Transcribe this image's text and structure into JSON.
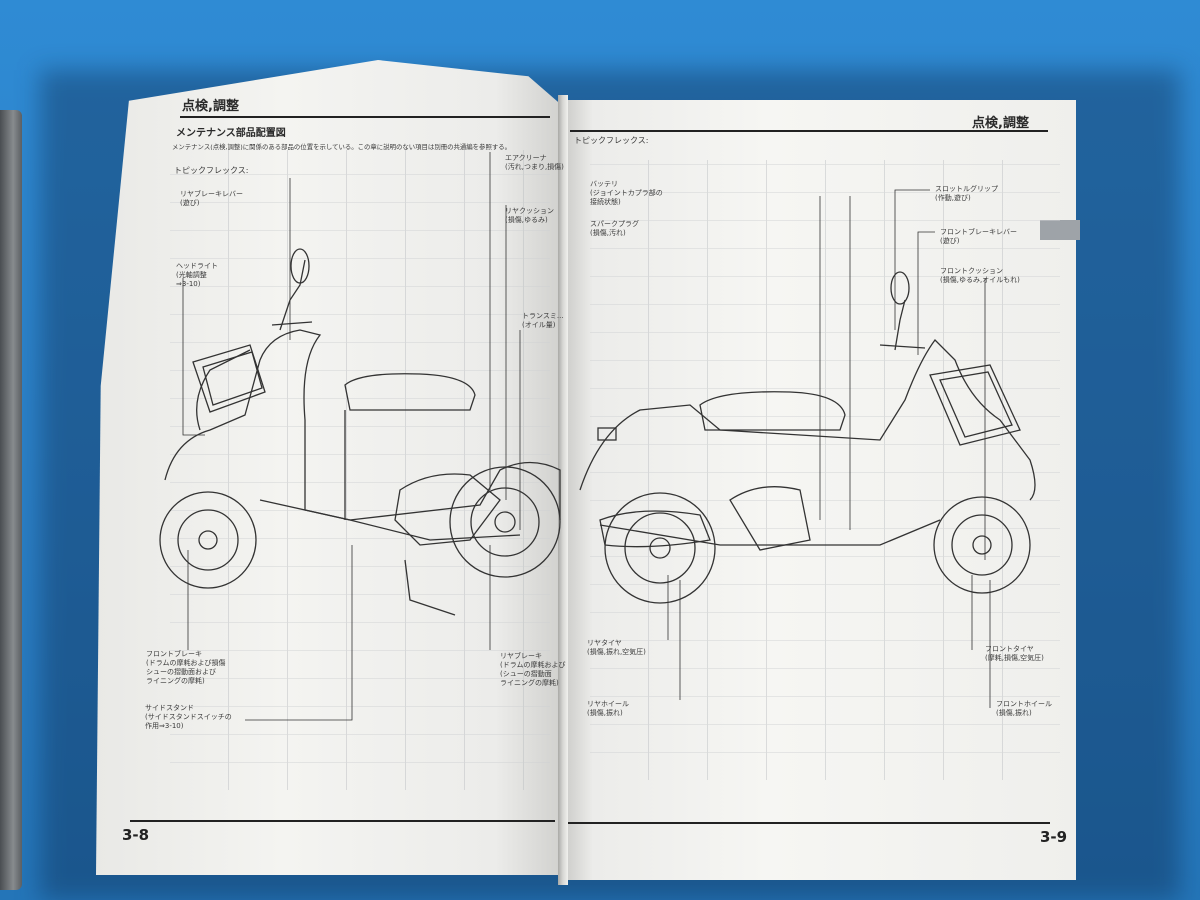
{
  "left_page": {
    "header": "点検,調整",
    "section_title": "メンテナンス部品配置図",
    "intro": "メンテナンス(点検,調整)に関係のある部品の位置を示している。この章に説明のない項目は別冊の共通編を参照する。",
    "model": "トピックフレックス:",
    "labels": {
      "rear_brake_lever": "リヤブレーキレバー\n(遊び)",
      "headlight": "ヘッドライト\n(光軸調整\n⇒3-10)",
      "air_cleaner": "エアクリーナ\n(汚れ,つまり,損傷)",
      "rear_cushion": "リヤクッション\n(損傷,ゆるみ)",
      "transmission": "トランスミ...\n(オイル量)",
      "front_brake": "フロントブレーキ\n(ドラムの摩耗および損傷\nシューの摺動面および\nライニングの摩耗)",
      "side_stand": "サイドスタンド\n(サイドスタンドスイッチの\n作用⇒3-10)",
      "rear_brake": "リヤブレーキ\n(ドラムの摩耗および\n(シューの摺動面\nライニングの摩耗)"
    },
    "page_number": "3-8"
  },
  "right_page": {
    "header": "点検,調整",
    "model": "トピックフレックス:",
    "labels": {
      "battery": "バッテリ\n(ジョイントカプラ部の\n接続状態)",
      "spark_plug": "スパークプラグ\n(損傷,汚れ)",
      "throttle_grip": "スロットルグリップ\n(作動,遊び)",
      "front_brake_lever": "フロントブレーキレバー\n(遊び)",
      "front_cushion": "フロントクッション\n(損傷,ゆるみ,オイルもれ)",
      "rear_tire": "リヤタイヤ\n(損傷,振れ,空気圧)",
      "rear_wheel": "リヤホイール\n(損傷,振れ)",
      "front_tire": "フロントタイヤ\n(摩耗,損傷,空気圧)",
      "front_wheel": "フロントホイール\n(損傷,振れ)"
    },
    "page_number": "3-9"
  }
}
